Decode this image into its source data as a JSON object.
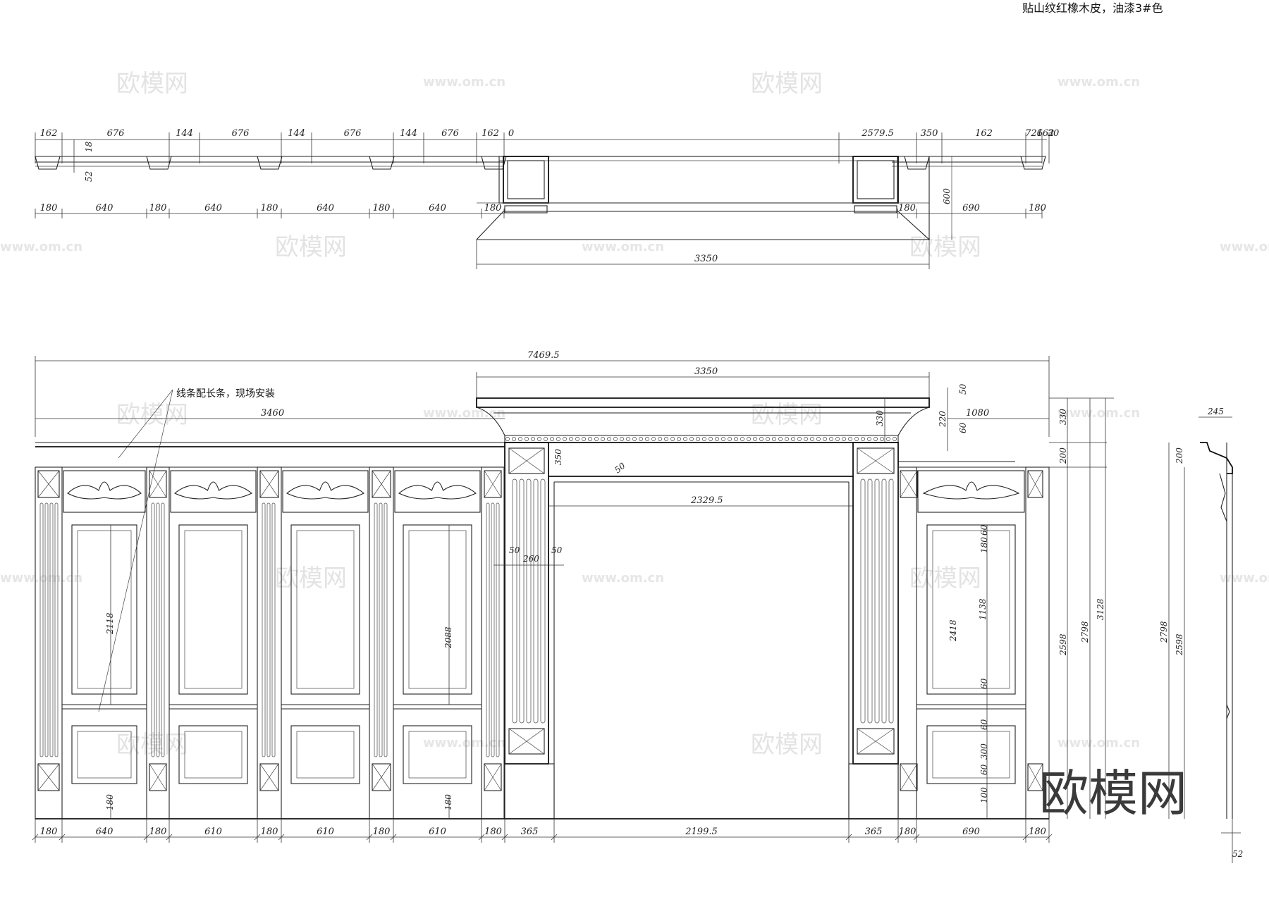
{
  "header_note": "贴山纹红橡木皮，油漆3#色",
  "watermark": {
    "logo": "欧模网",
    "url": "www.om.cn"
  },
  "brand_logo": "欧模网",
  "plan": {
    "top_dims": [
      "162",
      "676",
      "144",
      "676",
      "144",
      "676",
      "144",
      "676",
      "162",
      "0",
      "2579.5",
      "350",
      "162",
      "726",
      "162",
      "30"
    ],
    "left_vert_dims": [
      "18",
      "52"
    ],
    "bottom_dims": [
      "180",
      "640",
      "180",
      "640",
      "180",
      "640",
      "180",
      "640",
      "180",
      "180",
      "690",
      "180"
    ],
    "depth_dim": "600",
    "overall_dim": "3350"
  },
  "elevation": {
    "total_width": "7469.5",
    "mantel_width": "3350",
    "left_section_width": "3460",
    "callout": "线条配长条，现场安装",
    "mantel_vert_dims": [
      "50",
      "330",
      "220",
      "60",
      "1080"
    ],
    "opening_dims": [
      "350",
      "50",
      "2329.5",
      "50",
      "260",
      "50"
    ],
    "panel_heights": [
      "2118",
      "2088",
      "2418",
      "1138",
      "180",
      "180"
    ],
    "right_panel_dims": [
      "60",
      "180",
      "60",
      "60",
      "300",
      "60",
      "100"
    ],
    "right_heights": [
      "330",
      "200",
      "2598",
      "2798",
      "3128"
    ],
    "bottom_dims": [
      "180",
      "640",
      "180",
      "610",
      "180",
      "610",
      "180",
      "610",
      "180",
      "365",
      "2199.5",
      "365",
      "180",
      "690",
      "180"
    ]
  },
  "section": {
    "dims": [
      "245",
      "200",
      "2798",
      "2598",
      "52"
    ]
  }
}
